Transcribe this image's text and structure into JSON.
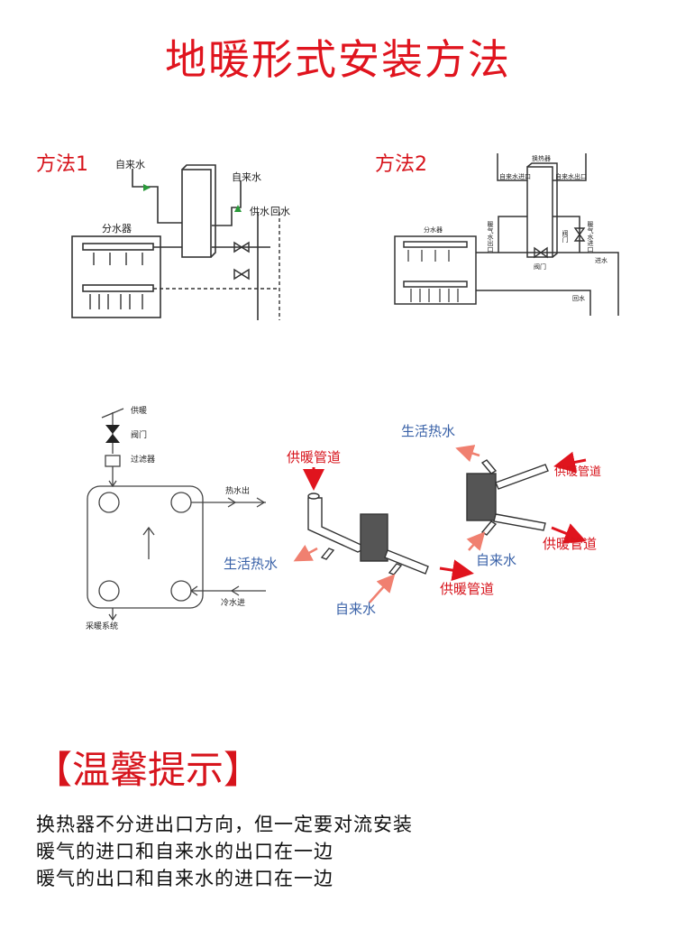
{
  "title": "地暖形式安装方法",
  "method1": {
    "label": "方法1",
    "labels": {
      "tap_water_left": "自来水",
      "tap_water_right": "自来水",
      "manifold": "分水器",
      "supply": "供水",
      "return": "回水"
    }
  },
  "method2": {
    "label": "方法2",
    "labels": {
      "exchanger": "换热器",
      "tap_in": "自来水进口",
      "tap_out": "自来水出口",
      "manifold": "分水器",
      "heat_out": "暖气水出口",
      "heat_in": "暖气水进口",
      "valve_side": "阀门",
      "valve_bottom": "阀门",
      "inlet": "进水",
      "return": "回水"
    }
  },
  "plate_diagram": {
    "heating_supply": "供暖",
    "valve": "阀门",
    "filter": "过滤器",
    "hot_water_out": "热水出",
    "cold_water_in": "冷水进",
    "heating_system": "采暖系统"
  },
  "iso_left": {
    "heating_pipe": "供暖管道",
    "domestic_hot": "生活热水",
    "tap_water": "自来水",
    "heating_pipe_out": "供暖管道"
  },
  "iso_right": {
    "domestic_hot": "生活热水",
    "heating_pipe_in": "供暖管道",
    "heating_pipe_out": "供暖管道",
    "tap_water": "自来水"
  },
  "tips": {
    "title": "【温馨提示】",
    "lines": [
      "换热器不分进出口方向，但一定要对流安装",
      "暖气的进口和自来水的出口在一边",
      "暖气的出口和自来水的进口在一边"
    ]
  },
  "colors": {
    "accent_red": "#e0141e",
    "label_blue": "#3a62a8",
    "flow_green": "#2a9a3a"
  }
}
